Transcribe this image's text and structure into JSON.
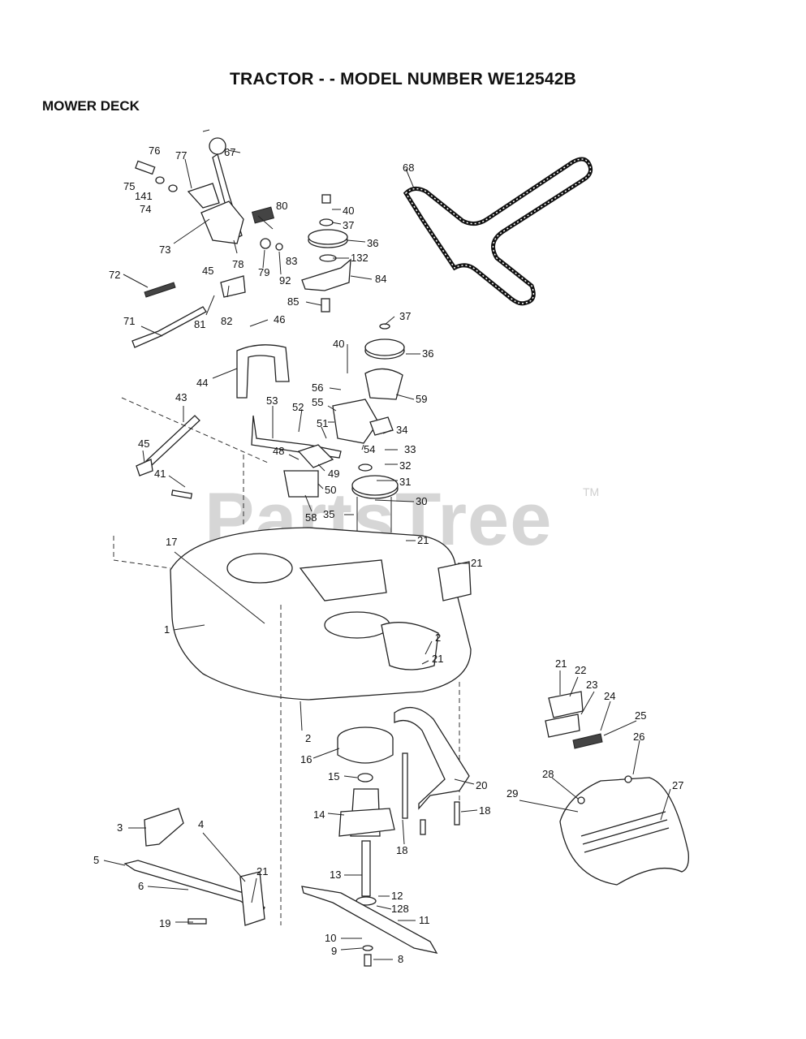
{
  "header": {
    "title": "TRACTOR - - MODEL NUMBER WE12542B",
    "section": "MOWER DECK"
  },
  "watermark": {
    "text": "PartsTree",
    "tm": "TM"
  },
  "parts": {
    "p1": "1",
    "p2a": "2",
    "p2b": "2",
    "p3": "3",
    "p4": "4",
    "p5": "5",
    "p6": "6",
    "p8": "8",
    "p9": "9",
    "p10": "10",
    "p11": "11",
    "p12": "12",
    "p13": "13",
    "p14": "14",
    "p15": "15",
    "p16": "16",
    "p17": "17",
    "p18a": "18",
    "p18b": "18",
    "p19": "19",
    "p20": "20",
    "p21a": "21",
    "p21b": "21",
    "p21c": "21",
    "p21d": "21",
    "p21e": "21",
    "p22": "22",
    "p23": "23",
    "p24": "24",
    "p25": "25",
    "p26": "26",
    "p27": "27",
    "p28": "28",
    "p29": "29",
    "p30": "30",
    "p31": "31",
    "p32": "32",
    "p33": "33",
    "p34": "34",
    "p35": "35",
    "p36a": "36",
    "p36b": "36",
    "p37a": "37",
    "p37b": "37",
    "p40a": "40",
    "p40b": "40",
    "p41": "41",
    "p43": "43",
    "p44": "44",
    "p45a": "45",
    "p45b": "45",
    "p46": "46",
    "p48": "48",
    "p49": "49",
    "p50": "50",
    "p51": "51",
    "p52": "52",
    "p53": "53",
    "p54": "54",
    "p55": "55",
    "p56": "56",
    "p58": "58",
    "p59": "59",
    "p67": "67",
    "p68": "68",
    "p71": "71",
    "p72": "72",
    "p73": "73",
    "p74": "74",
    "p75": "75",
    "p76": "76",
    "p77": "77",
    "p78": "78",
    "p79": "79",
    "p80": "80",
    "p81": "81",
    "p82": "82",
    "p83": "83",
    "p84": "84",
    "p85": "85",
    "p92": "92",
    "p128": "128",
    "p132": "132",
    "p141": "141"
  }
}
